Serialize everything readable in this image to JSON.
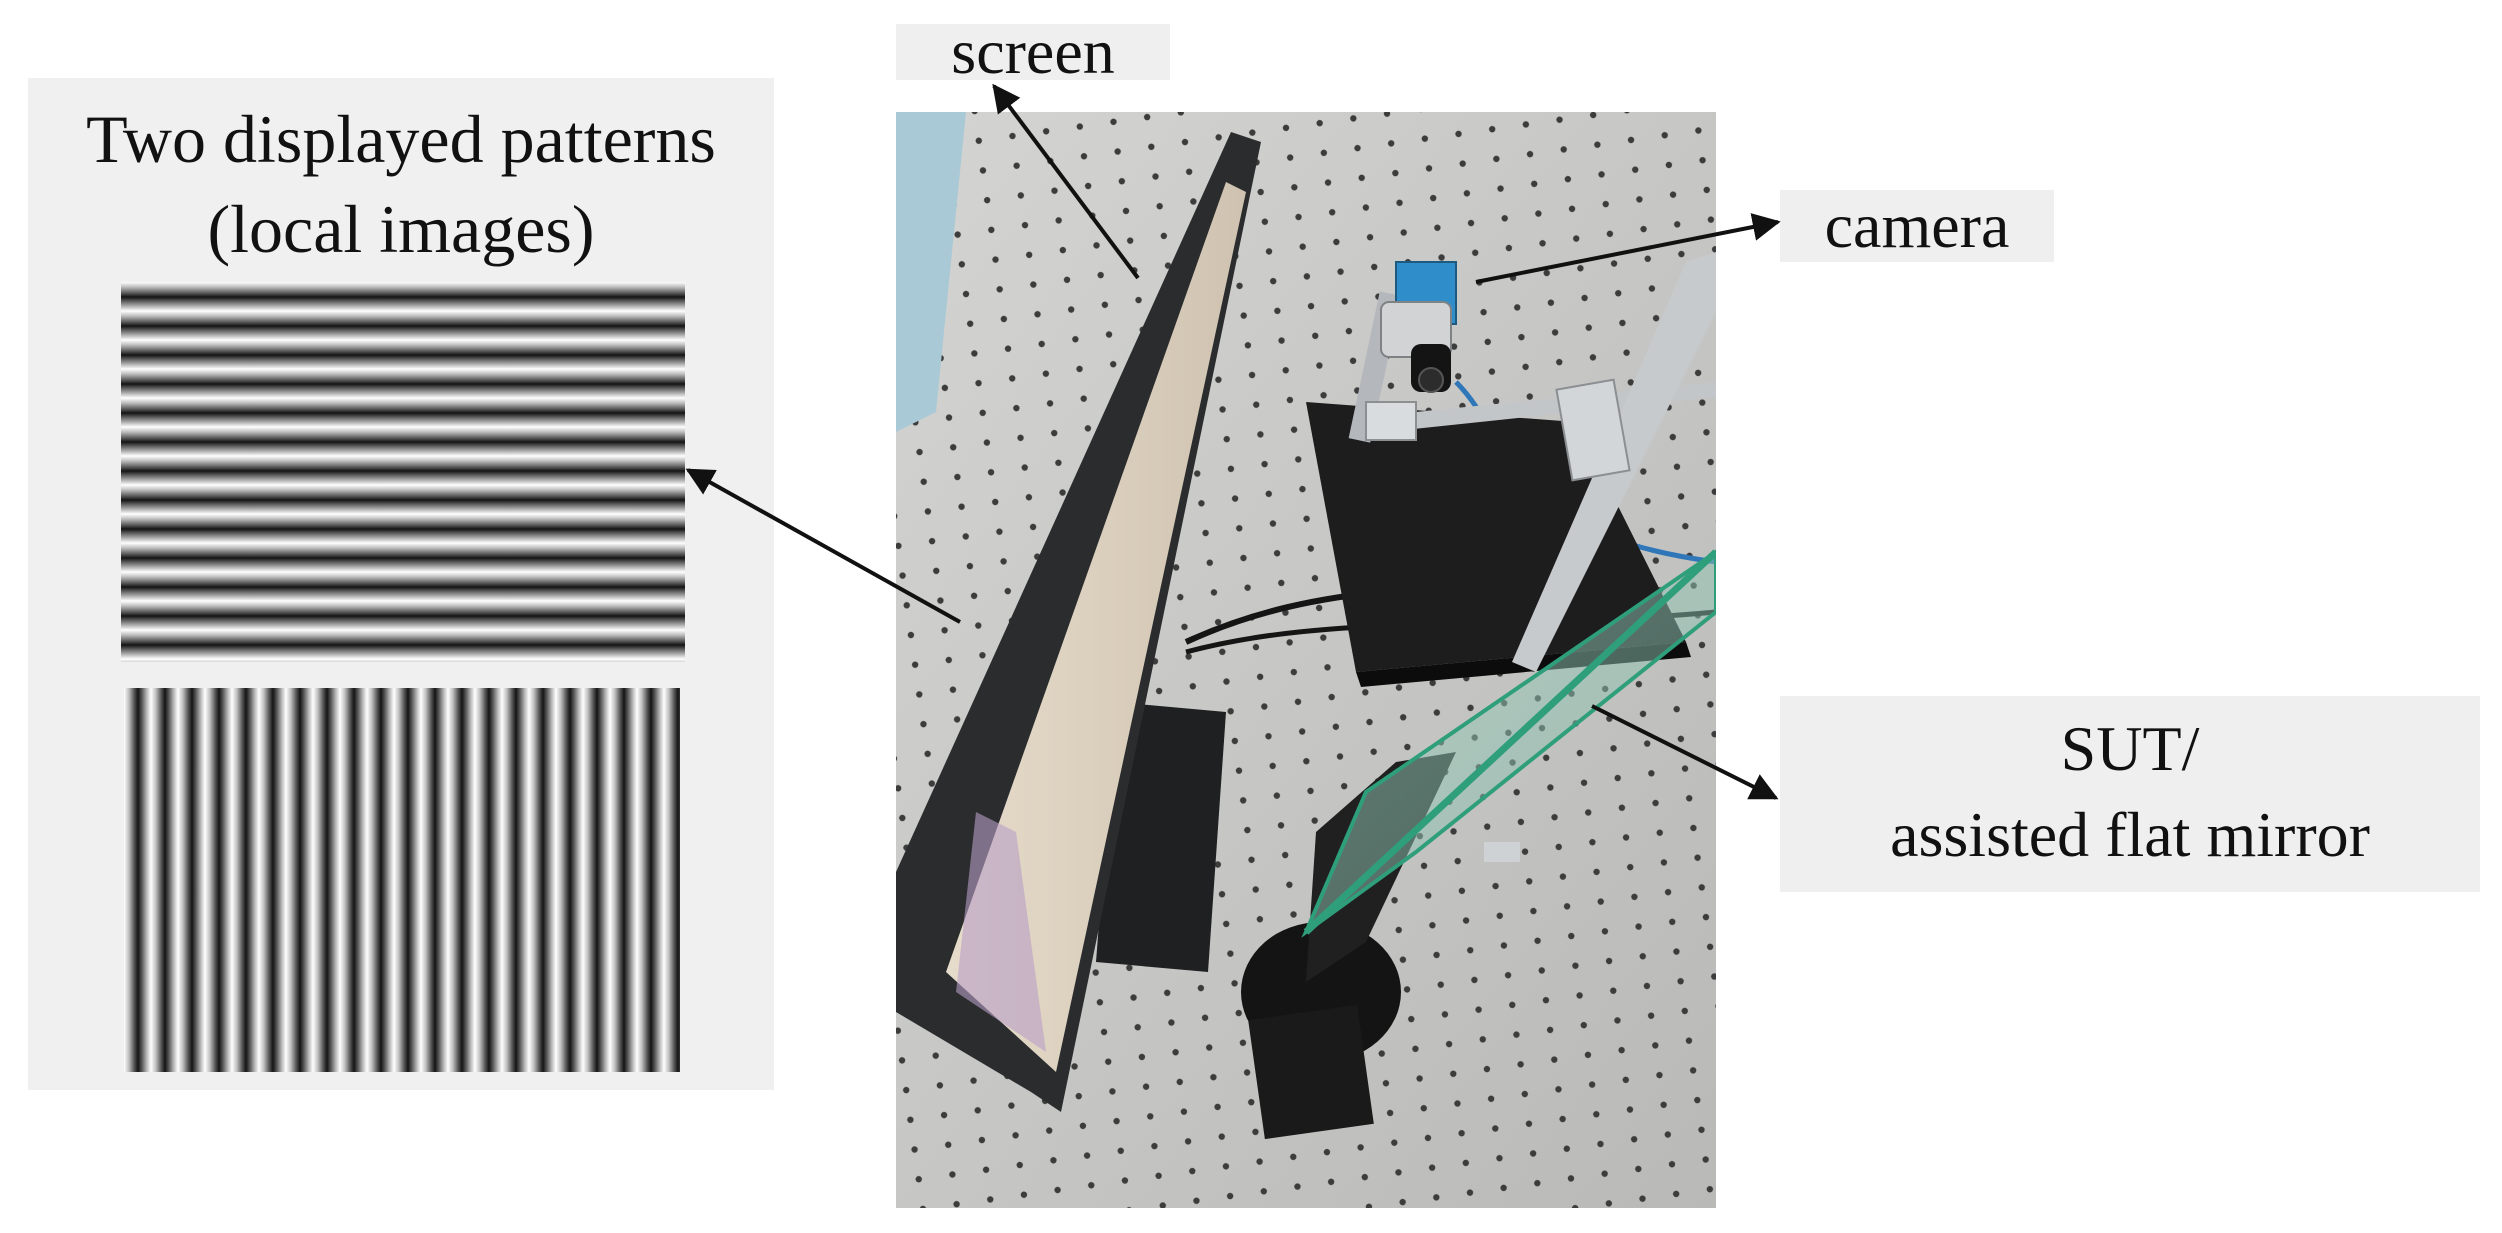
{
  "patterns_panel": {
    "title_line1": "Two displayed patterns",
    "title_line2": "(local images)"
  },
  "labels": {
    "screen": "screen",
    "camera": "camera",
    "sut_line1": "SUT/",
    "sut_line2": "assisted flat mirror"
  },
  "colors": {
    "panel_background": "#f0f0f0",
    "optical_table": "#c9c9c7",
    "monitor": "#2a2c2e",
    "glass_edge": "#2f9e7a",
    "arrow": "#111111"
  },
  "icons": {
    "arrow_head": "triangle-arrowhead"
  }
}
